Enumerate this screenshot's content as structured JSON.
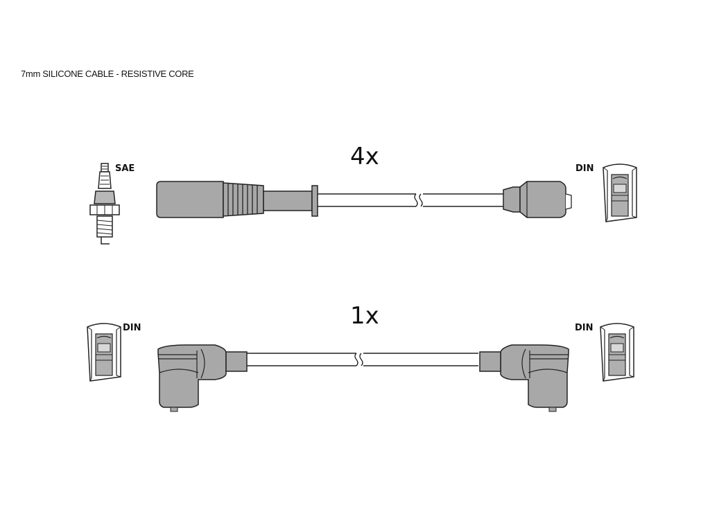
{
  "caption": "7mm SILICONE CABLE - RESISTIVE CORE",
  "top_set": {
    "quantity": "4x",
    "left_label": "SAE",
    "right_label": "DIN"
  },
  "bottom_set": {
    "quantity": "1x",
    "left_label": "DIN",
    "right_label": "DIN"
  },
  "colors": {
    "body_fill": "#a8a8a8",
    "line": "#222222",
    "background": "#ffffff"
  }
}
